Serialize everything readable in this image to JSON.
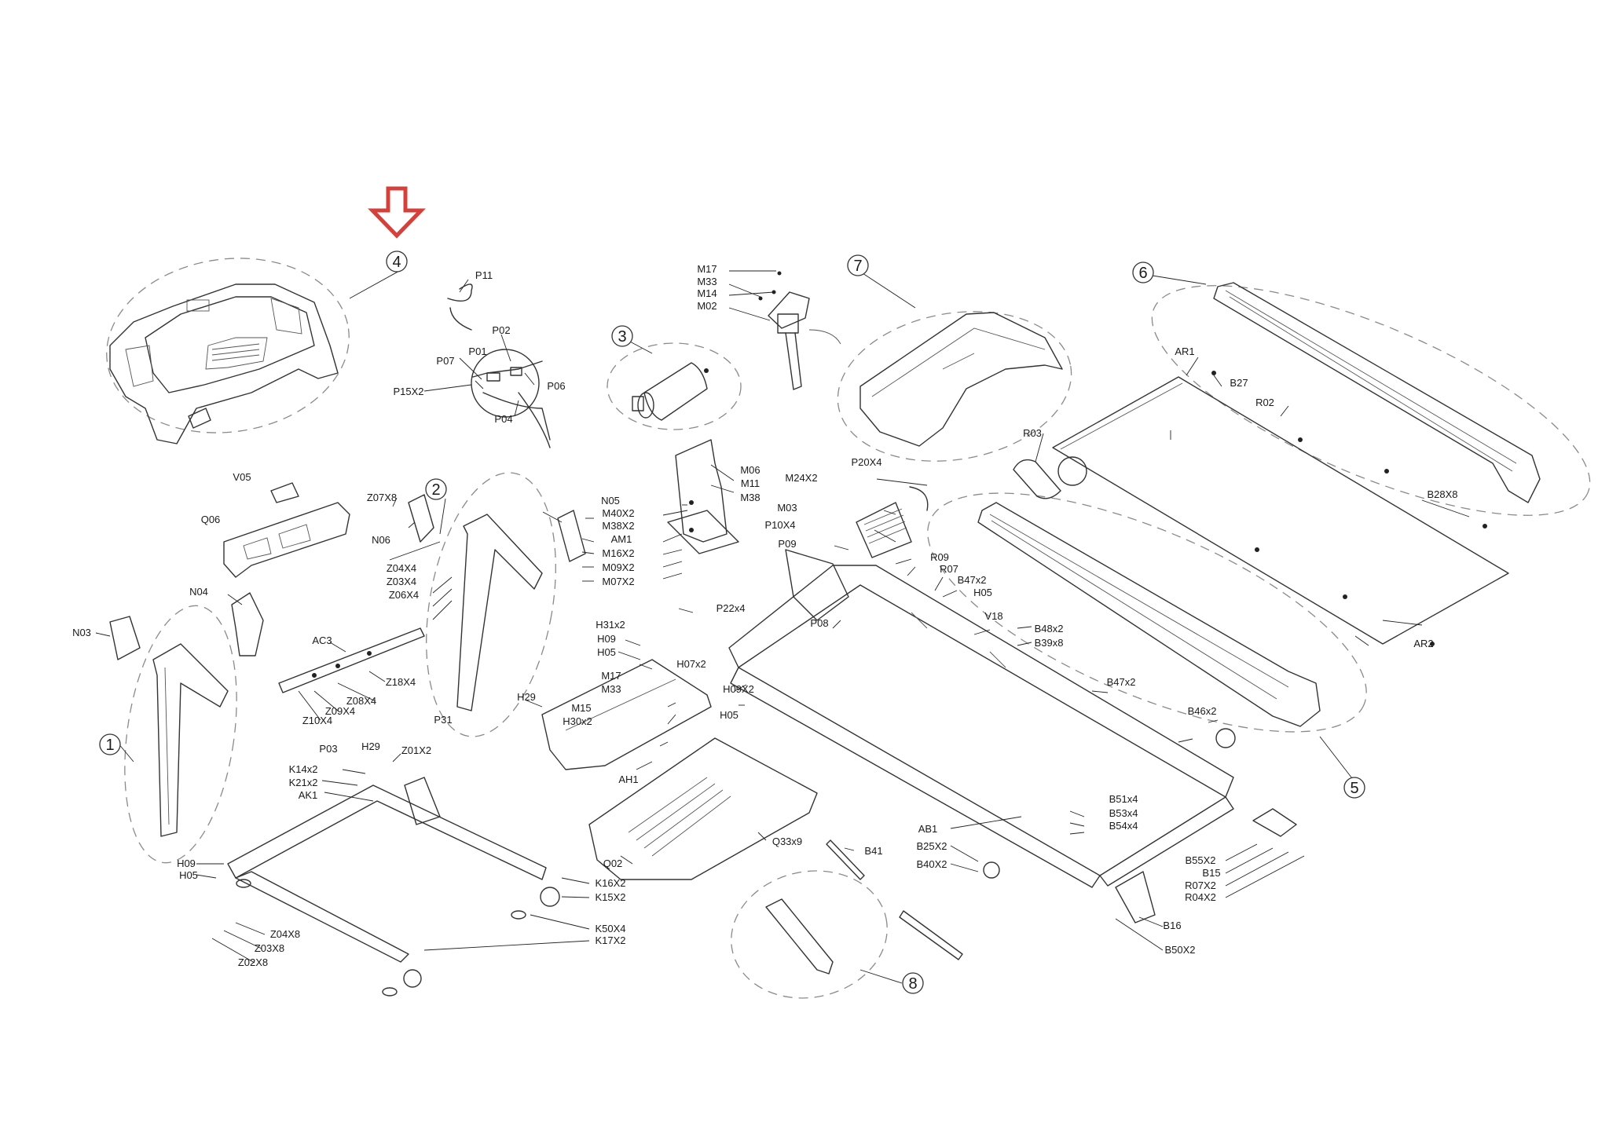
{
  "colors": {
    "arrow": "#d6403a",
    "ink": "#222222",
    "group_outline": "#8a8a8a"
  },
  "highlighted_group": "4",
  "groups": [
    {
      "id": "g1",
      "label": "1"
    },
    {
      "id": "g2",
      "label": "2"
    },
    {
      "id": "g3",
      "label": "3"
    },
    {
      "id": "g4",
      "label": "4"
    },
    {
      "id": "g5",
      "label": "5"
    },
    {
      "id": "g6",
      "label": "6"
    },
    {
      "id": "g7",
      "label": "7"
    },
    {
      "id": "g8",
      "label": "8"
    }
  ],
  "labels": [
    {
      "id": "P11",
      "text": "P11"
    },
    {
      "id": "P02",
      "text": "P02"
    },
    {
      "id": "P01",
      "text": "P01"
    },
    {
      "id": "P07",
      "text": "P07"
    },
    {
      "id": "P06",
      "text": "P06"
    },
    {
      "id": "P15X2",
      "text": "P15X2"
    },
    {
      "id": "P04",
      "text": "P04"
    },
    {
      "id": "M17a",
      "text": "M17"
    },
    {
      "id": "M33a",
      "text": "M33"
    },
    {
      "id": "M14",
      "text": "M14"
    },
    {
      "id": "M02",
      "text": "M02"
    },
    {
      "id": "AR1",
      "text": "AR1"
    },
    {
      "id": "B27",
      "text": "B27"
    },
    {
      "id": "R02",
      "text": "R02"
    },
    {
      "id": "R03",
      "text": "R03"
    },
    {
      "id": "P20X4",
      "text": "P20X4"
    },
    {
      "id": "B28X8",
      "text": "B28X8"
    },
    {
      "id": "M06",
      "text": "M06"
    },
    {
      "id": "M11",
      "text": "M11"
    },
    {
      "id": "M38",
      "text": "M38"
    },
    {
      "id": "M24X2",
      "text": "M24X2"
    },
    {
      "id": "M03",
      "text": "M03"
    },
    {
      "id": "P10X4",
      "text": "P10X4"
    },
    {
      "id": "P09",
      "text": "P09"
    },
    {
      "id": "V05",
      "text": "V05"
    },
    {
      "id": "Z07X8",
      "text": "Z07X8"
    },
    {
      "id": "Q06",
      "text": "Q06"
    },
    {
      "id": "N06",
      "text": "N06"
    },
    {
      "id": "N05",
      "text": "N05"
    },
    {
      "id": "M40X2",
      "text": "M40X2"
    },
    {
      "id": "M38X2",
      "text": "M38X2"
    },
    {
      "id": "AM1",
      "text": "AM1"
    },
    {
      "id": "M16X2",
      "text": "M16X2"
    },
    {
      "id": "M09X2",
      "text": "M09X2"
    },
    {
      "id": "M07X2",
      "text": "M07X2"
    },
    {
      "id": "Z04X4",
      "text": "Z04X4"
    },
    {
      "id": "Z03X4",
      "text": "Z03X4"
    },
    {
      "id": "Z06X4",
      "text": "Z06X4"
    },
    {
      "id": "R09",
      "text": "R09"
    },
    {
      "id": "R07",
      "text": "R07"
    },
    {
      "id": "B47x2a",
      "text": "B47x2"
    },
    {
      "id": "H05a",
      "text": "H05"
    },
    {
      "id": "V18",
      "text": "V18"
    },
    {
      "id": "B48x2",
      "text": "B48x2"
    },
    {
      "id": "B39x8",
      "text": "B39x8"
    },
    {
      "id": "N04",
      "text": "N04"
    },
    {
      "id": "N03",
      "text": "N03"
    },
    {
      "id": "AC3",
      "text": "AC3"
    },
    {
      "id": "Z18X4",
      "text": "Z18X4"
    },
    {
      "id": "Z08X4",
      "text": "Z08X4"
    },
    {
      "id": "Z09X4",
      "text": "Z09X4"
    },
    {
      "id": "Z10X4",
      "text": "Z10X4"
    },
    {
      "id": "P22x4",
      "text": "P22x4"
    },
    {
      "id": "P08",
      "text": "P08"
    },
    {
      "id": "H31x2",
      "text": "H31x2"
    },
    {
      "id": "H09a",
      "text": "H09"
    },
    {
      "id": "H05b",
      "text": "H05"
    },
    {
      "id": "H07x2",
      "text": "H07x2"
    },
    {
      "id": "H09X2",
      "text": "H09X2"
    },
    {
      "id": "H05c",
      "text": "H05"
    },
    {
      "id": "H29a",
      "text": "H29"
    },
    {
      "id": "M17b",
      "text": "M17"
    },
    {
      "id": "M33b",
      "text": "M33"
    },
    {
      "id": "M15",
      "text": "M15"
    },
    {
      "id": "H30x2",
      "text": "H30x2"
    },
    {
      "id": "AH1",
      "text": "AH1"
    },
    {
      "id": "P31",
      "text": "P31"
    },
    {
      "id": "P03",
      "text": "P03"
    },
    {
      "id": "B47x2b",
      "text": "B47x2"
    },
    {
      "id": "B46x2",
      "text": "B46x2"
    },
    {
      "id": "AR2",
      "text": "AR2"
    },
    {
      "id": "H29b",
      "text": "H29"
    },
    {
      "id": "Z01X2",
      "text": "Z01X2"
    },
    {
      "id": "K14x2",
      "text": "K14x2"
    },
    {
      "id": "K21x2",
      "text": "K21x2"
    },
    {
      "id": "AK1",
      "text": "AK1"
    },
    {
      "id": "Q33x9",
      "text": "Q33x9"
    },
    {
      "id": "Q02",
      "text": "Q02"
    },
    {
      "id": "B51x4",
      "text": "B51x4"
    },
    {
      "id": "B53x4",
      "text": "B53x4"
    },
    {
      "id": "B54x4",
      "text": "B54x4"
    },
    {
      "id": "AB1",
      "text": "AB1"
    },
    {
      "id": "B25X2",
      "text": "B25X2"
    },
    {
      "id": "B40X2",
      "text": "B40X2"
    },
    {
      "id": "B41",
      "text": "B41"
    },
    {
      "id": "B55X2",
      "text": "B55X2"
    },
    {
      "id": "B15",
      "text": "B15"
    },
    {
      "id": "R07X2",
      "text": "R07X2"
    },
    {
      "id": "R04X2",
      "text": "R04X2"
    },
    {
      "id": "H09b",
      "text": "H09"
    },
    {
      "id": "H05d",
      "text": "H05"
    },
    {
      "id": "K16X2",
      "text": "K16X2"
    },
    {
      "id": "K15X2",
      "text": "K15X2"
    },
    {
      "id": "K50X4",
      "text": "K50X4"
    },
    {
      "id": "K17X2",
      "text": "K17X2"
    },
    {
      "id": "Z04X8",
      "text": "Z04X8"
    },
    {
      "id": "Z03X8",
      "text": "Z03X8"
    },
    {
      "id": "Z02X8",
      "text": "Z02X8"
    },
    {
      "id": "B16",
      "text": "B16"
    },
    {
      "id": "B50X2",
      "text": "B50X2"
    }
  ]
}
